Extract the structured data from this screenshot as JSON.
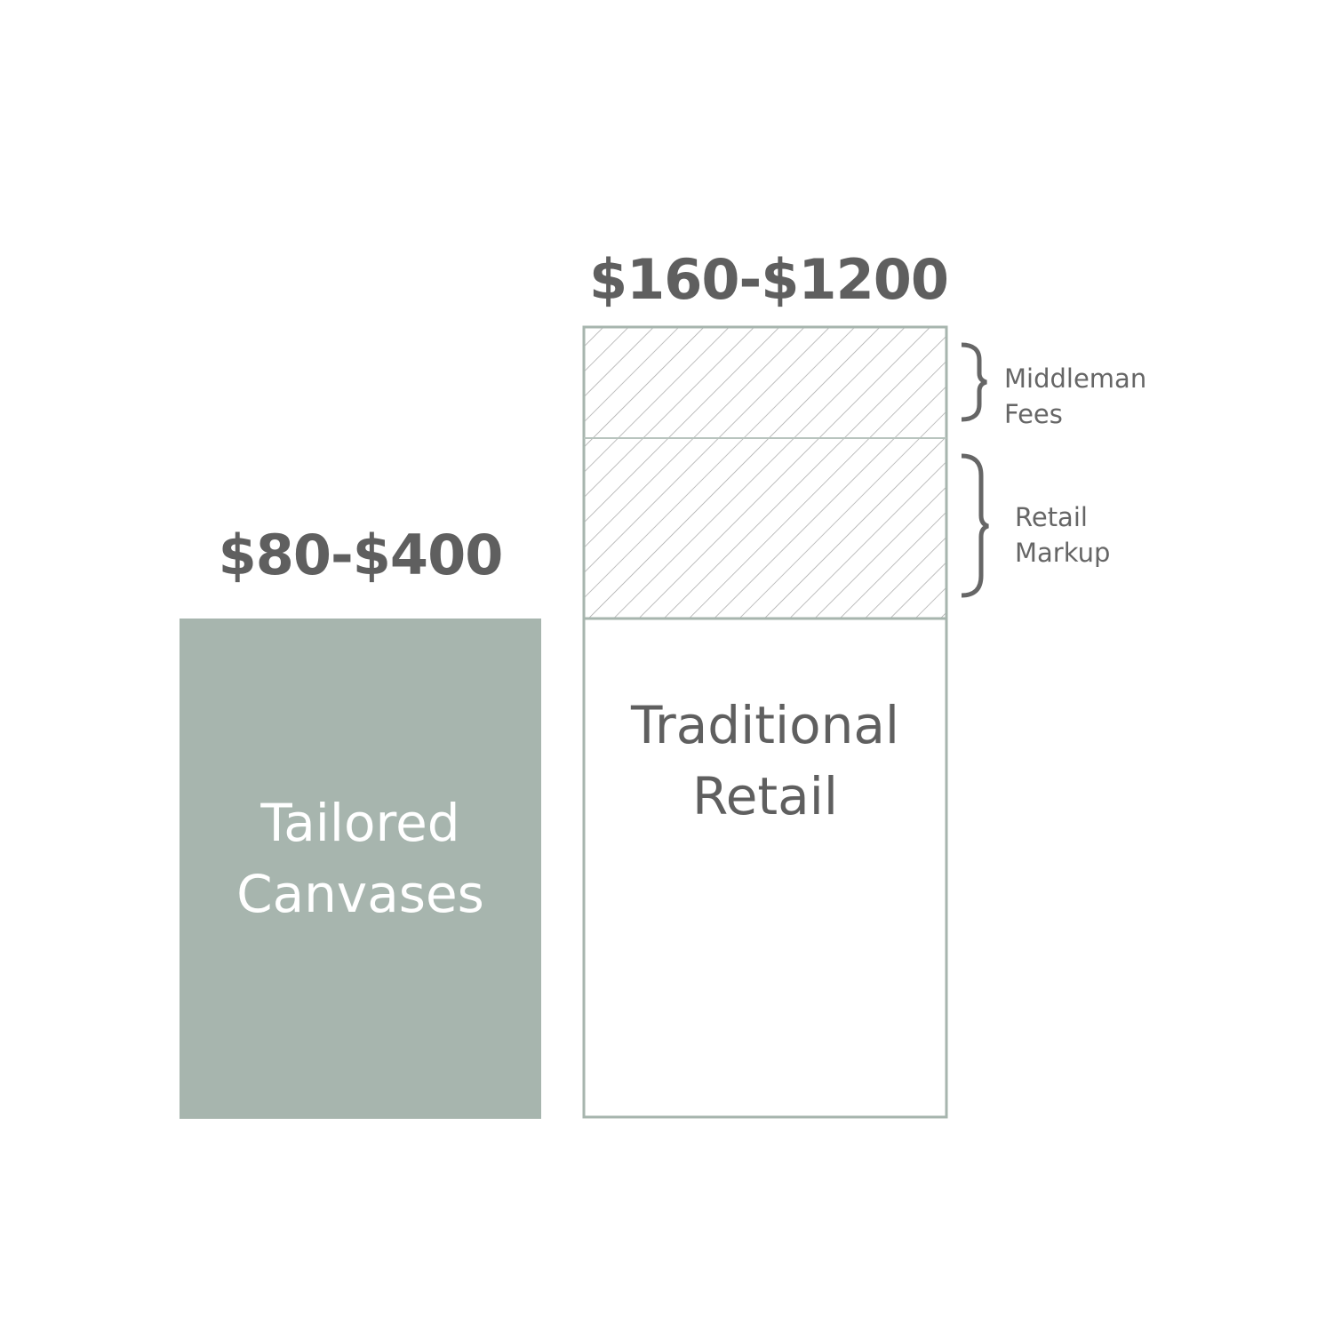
{
  "chart_data": {
    "type": "bar",
    "title": "",
    "categories": [
      "Tailored Canvases",
      "Traditional Retail"
    ],
    "price_labels": [
      "$80-$400",
      "$160-$1200"
    ],
    "bar_labels": [
      [
        "Tailored",
        "Canvases"
      ],
      [
        "Traditional",
        "Retail"
      ]
    ],
    "segments": [
      {
        "name": "Middleman Fees",
        "lines": [
          "Middleman",
          "Fees"
        ],
        "pattern": "hatched"
      },
      {
        "name": "Retail Markup",
        "lines": [
          "Retail",
          "Markup"
        ],
        "pattern": "hatched"
      }
    ],
    "colors": {
      "tailored": "#a7b5ae",
      "outline": "#a7b5ae",
      "hatch": "#a9a9a9",
      "text": "#666666"
    }
  }
}
